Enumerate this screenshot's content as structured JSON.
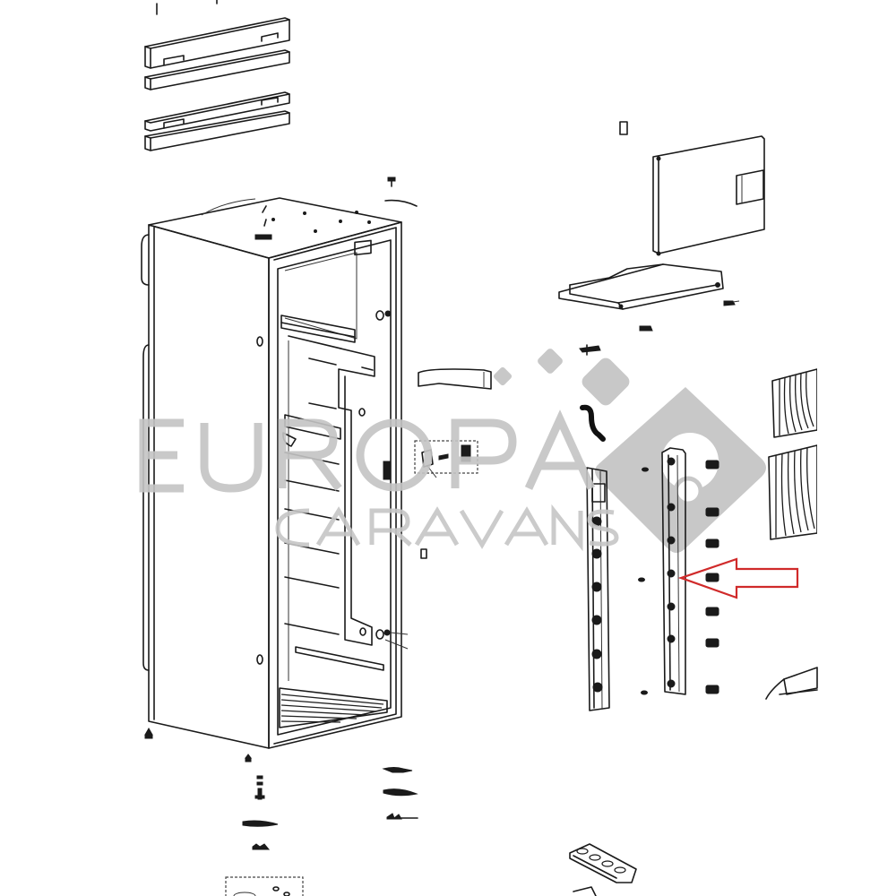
{
  "diagram": {
    "type": "exploded-parts-view",
    "subject": "caravan refrigerator",
    "background": "#ffffff",
    "line_color": "#1a1a1a"
  },
  "watermark": {
    "line1": "EUROPA",
    "line2": "CARAVANS",
    "color": "#c5c5c5",
    "logo": "diamond-caravan-logo"
  },
  "highlight": {
    "type": "arrow",
    "direction": "left",
    "color": "#d02a2a",
    "target": "door-shelf-rail-clip"
  },
  "parts": [
    {
      "id": "top-trim-bars",
      "label": "top trim bars (4)"
    },
    {
      "id": "cabinet",
      "label": "fridge cabinet body"
    },
    {
      "id": "freezer-door",
      "label": "freezer compartment door"
    },
    {
      "id": "freezer-tray",
      "label": "drip tray"
    },
    {
      "id": "deflector",
      "label": "air deflector"
    },
    {
      "id": "hose",
      "label": "drain hose"
    },
    {
      "id": "hinge-set",
      "label": "hinge kit (dashed box)"
    },
    {
      "id": "rail-left",
      "label": "door rail left"
    },
    {
      "id": "rail-right",
      "label": "door rail right"
    },
    {
      "id": "clips",
      "label": "shelf clips"
    },
    {
      "id": "vents",
      "label": "ventilation grilles"
    },
    {
      "id": "bottom-hardware",
      "label": "feet and screws"
    },
    {
      "id": "ice-tray",
      "label": "ice cube tray"
    }
  ]
}
